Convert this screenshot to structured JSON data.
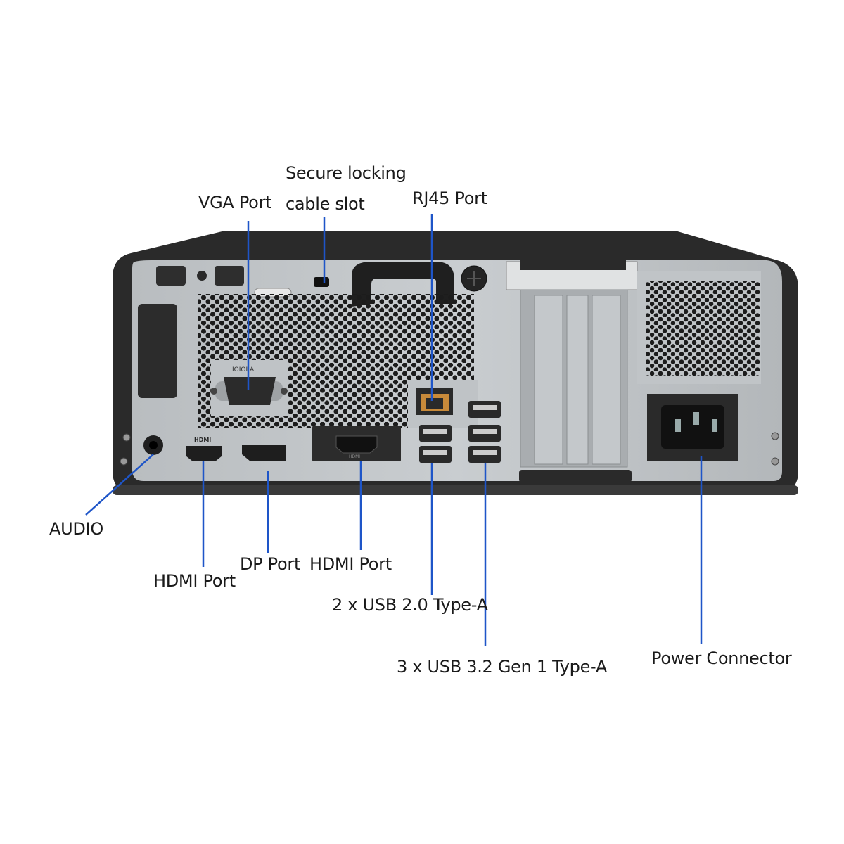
{
  "labels": {
    "secure_lock_line1": "Secure locking",
    "secure_lock_line2": "cable slot",
    "vga": "VGA Port",
    "rj45": "RJ45 Port",
    "audio": "AUDIO",
    "hdmi_left": "HDMI Port",
    "dp": "DP Port",
    "hdmi_center": "HDMI Port",
    "usb2": "2 x USB 2.0 Type-A",
    "usb3": "3 x USB 3.2 Gen 1 Type-A",
    "power": "Power Connector"
  },
  "panel_text": {
    "vga_marking": "IOIOI A",
    "hdmi_marking": "HDMI",
    "hdmi_plate_marking": "HDMI"
  },
  "colors": {
    "leader_line": "#1e55c8",
    "chassis": "#2b2b2b",
    "panel": "#bfc3c6"
  }
}
